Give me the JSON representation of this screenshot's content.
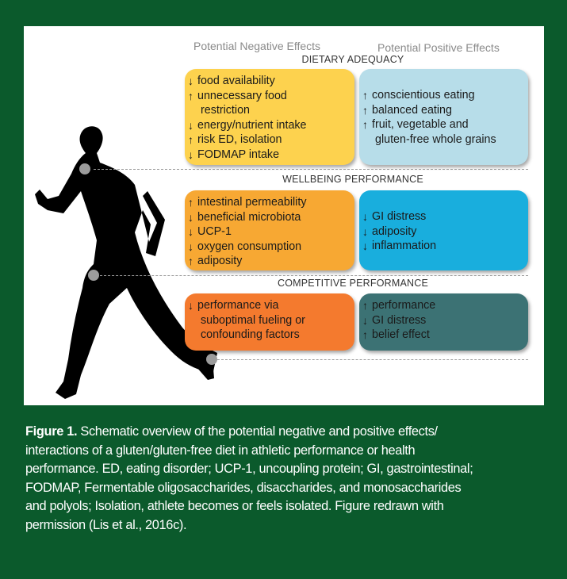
{
  "figure": {
    "header_negative": "Potential Negative Effects",
    "header_positive": "Potential Positive Effects",
    "sections": [
      {
        "title": "DIETARY ADEQUACY",
        "negative": [
          {
            "arrow": "↓",
            "text": "food availability"
          },
          {
            "arrow": "↑",
            "text": "unnecessary food"
          },
          {
            "arrow": "",
            "text": "restriction"
          },
          {
            "arrow": "↓",
            "text": "energy/nutrient intake"
          },
          {
            "arrow": "↑",
            "text": "risk ED, isolation"
          },
          {
            "arrow": "↓",
            "text": "FODMAP intake"
          }
        ],
        "positive": [
          {
            "arrow": "↑",
            "text": "conscientious eating"
          },
          {
            "arrow": "↑",
            "text": "balanced eating"
          },
          {
            "arrow": "↑",
            "text": "fruit, vegetable and"
          },
          {
            "arrow": "",
            "text": "gluten-free whole grains"
          }
        ],
        "neg_color": "#fdd24e",
        "pos_color": "#b7dde9",
        "pos_text": "#1a1a1a"
      },
      {
        "title": "WELLBEING PERFORMANCE",
        "negative": [
          {
            "arrow": "↑",
            "text": "intestinal permeability"
          },
          {
            "arrow": "↓",
            "text": "beneficial microbiota"
          },
          {
            "arrow": "↓",
            "text": "UCP-1"
          },
          {
            "arrow": "↓",
            "text": "oxygen consumption"
          },
          {
            "arrow": "↑",
            "text": "adiposity"
          }
        ],
        "positive": [
          {
            "arrow": "↓",
            "text": "GI distress"
          },
          {
            "arrow": "↓",
            "text": "adiposity"
          },
          {
            "arrow": "↓",
            "text": "inflammation"
          }
        ],
        "neg_color": "#f7a833",
        "pos_color": "#19aedd",
        "pos_text": "#1a1a1a"
      },
      {
        "title": "COMPETITIVE PERFORMANCE",
        "negative": [
          {
            "arrow": "↓",
            "text": "performance via"
          },
          {
            "arrow": "",
            "text": "suboptimal fueling or"
          },
          {
            "arrow": "",
            "text": "confounding factors"
          }
        ],
        "positive": [
          {
            "arrow": "↑",
            "text": "performance"
          },
          {
            "arrow": "↓",
            "text": "GI distress"
          },
          {
            "arrow": "↑",
            "text": "belief effect"
          }
        ],
        "neg_color": "#f47a2e",
        "pos_color": "#3c7274",
        "pos_text": "#1a1a1a"
      }
    ]
  },
  "caption": {
    "label": "Figure 1.",
    "lines": [
      " Schematic overview of the potential negative and positive effects/",
      "interactions of a gluten/gluten-free diet in athletic performance or health",
      "performance. ED, eating disorder; UCP-1, uncoupling protein; GI, gastrointestinal;",
      "FODMAP, Fermentable oligosaccharides, disaccharides, and monosaccharides",
      "and polyols; Isolation, athlete becomes or feels isolated. Figure redrawn with",
      "permission (Lis et al., 2016c)."
    ]
  }
}
